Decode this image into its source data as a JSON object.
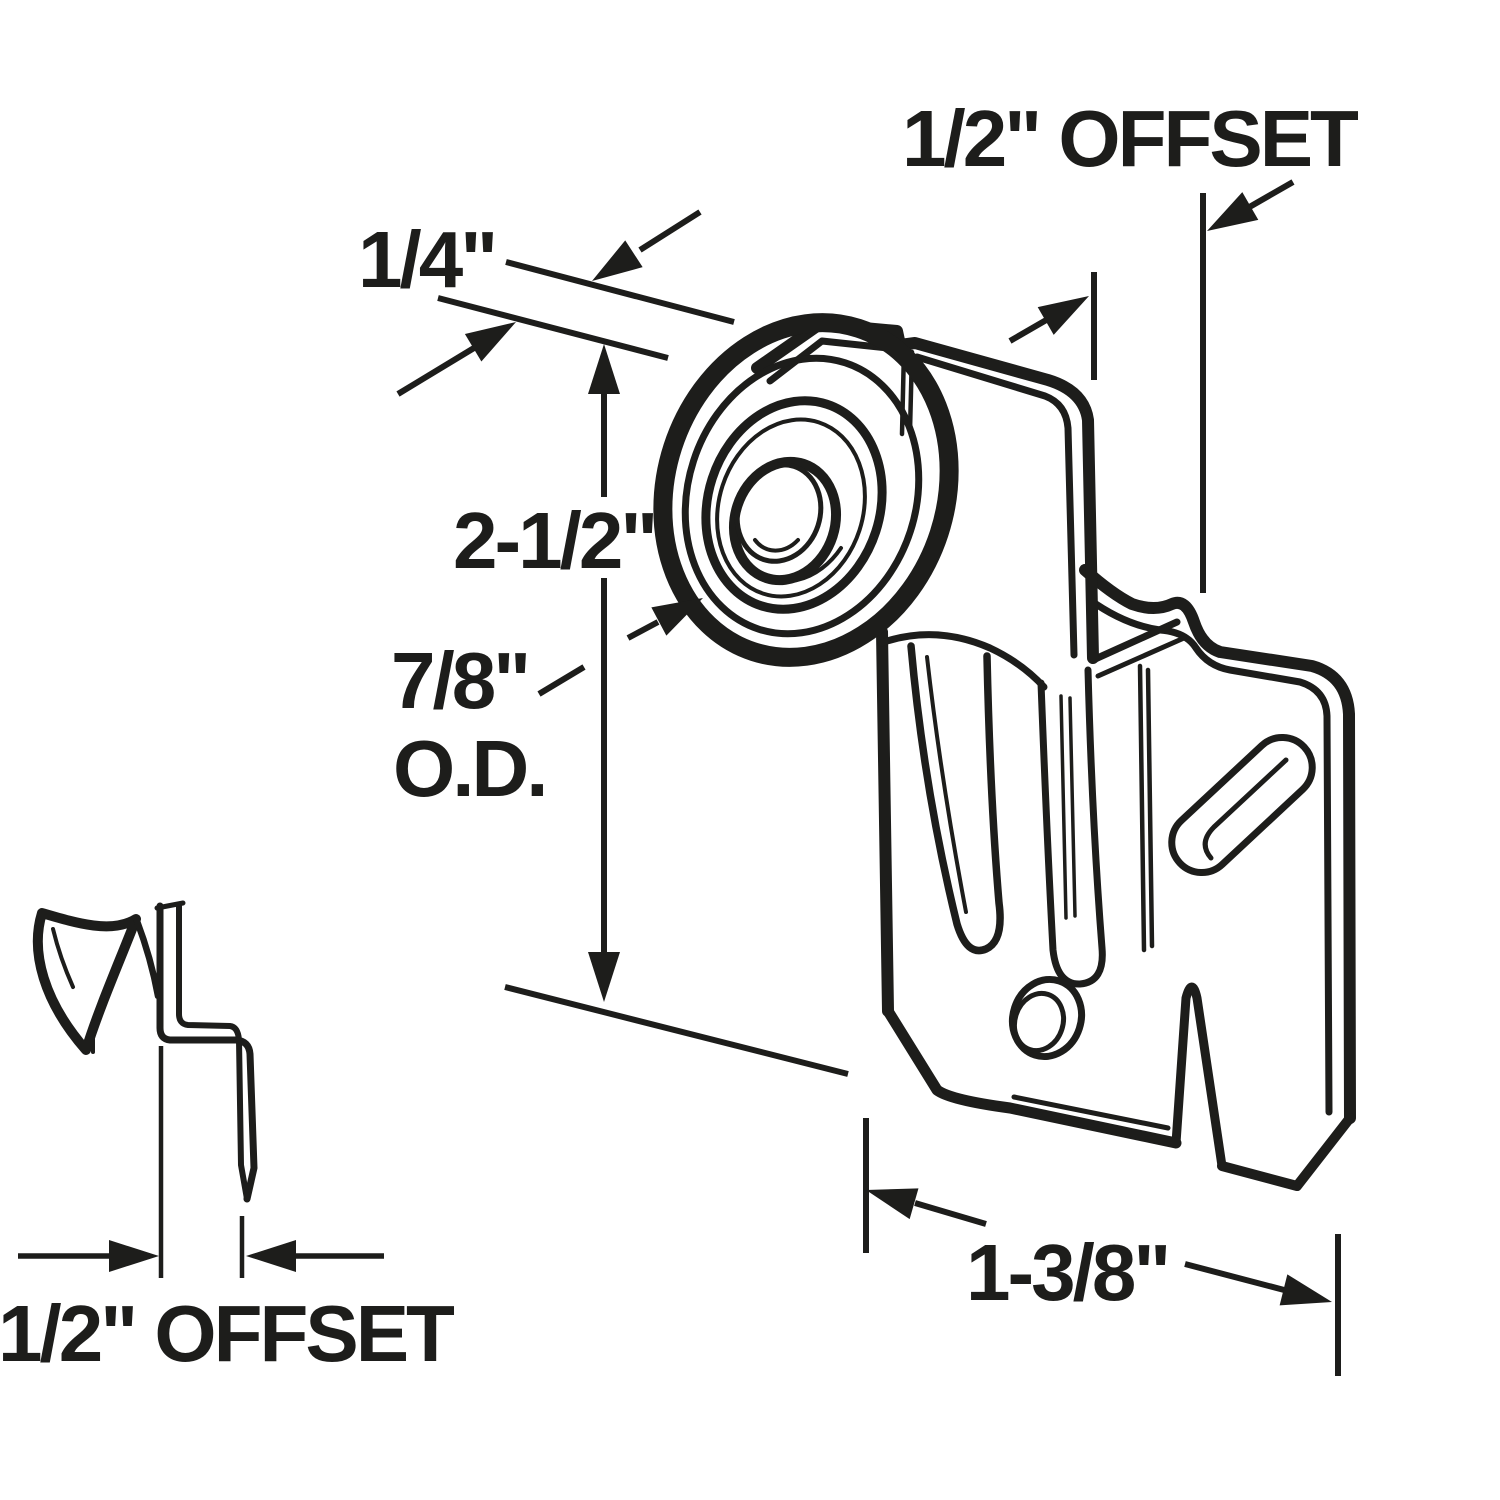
{
  "figure": {
    "type": "technical-line-diagram",
    "subject": "Closet door roller bracket with dimension callouts",
    "ink_color": "#1d1d1b",
    "background_color": "#ffffff",
    "labels": {
      "offset_top": "1/2\" OFFSET",
      "flange_width": "1/4\"",
      "overall_height": "2-1/2\"",
      "wheel_od_value": "7/8\"",
      "wheel_od_suffix": "O.D.",
      "base_width": "1-3/8\"",
      "offset_bottom": "1/2\" OFFSET"
    }
  }
}
